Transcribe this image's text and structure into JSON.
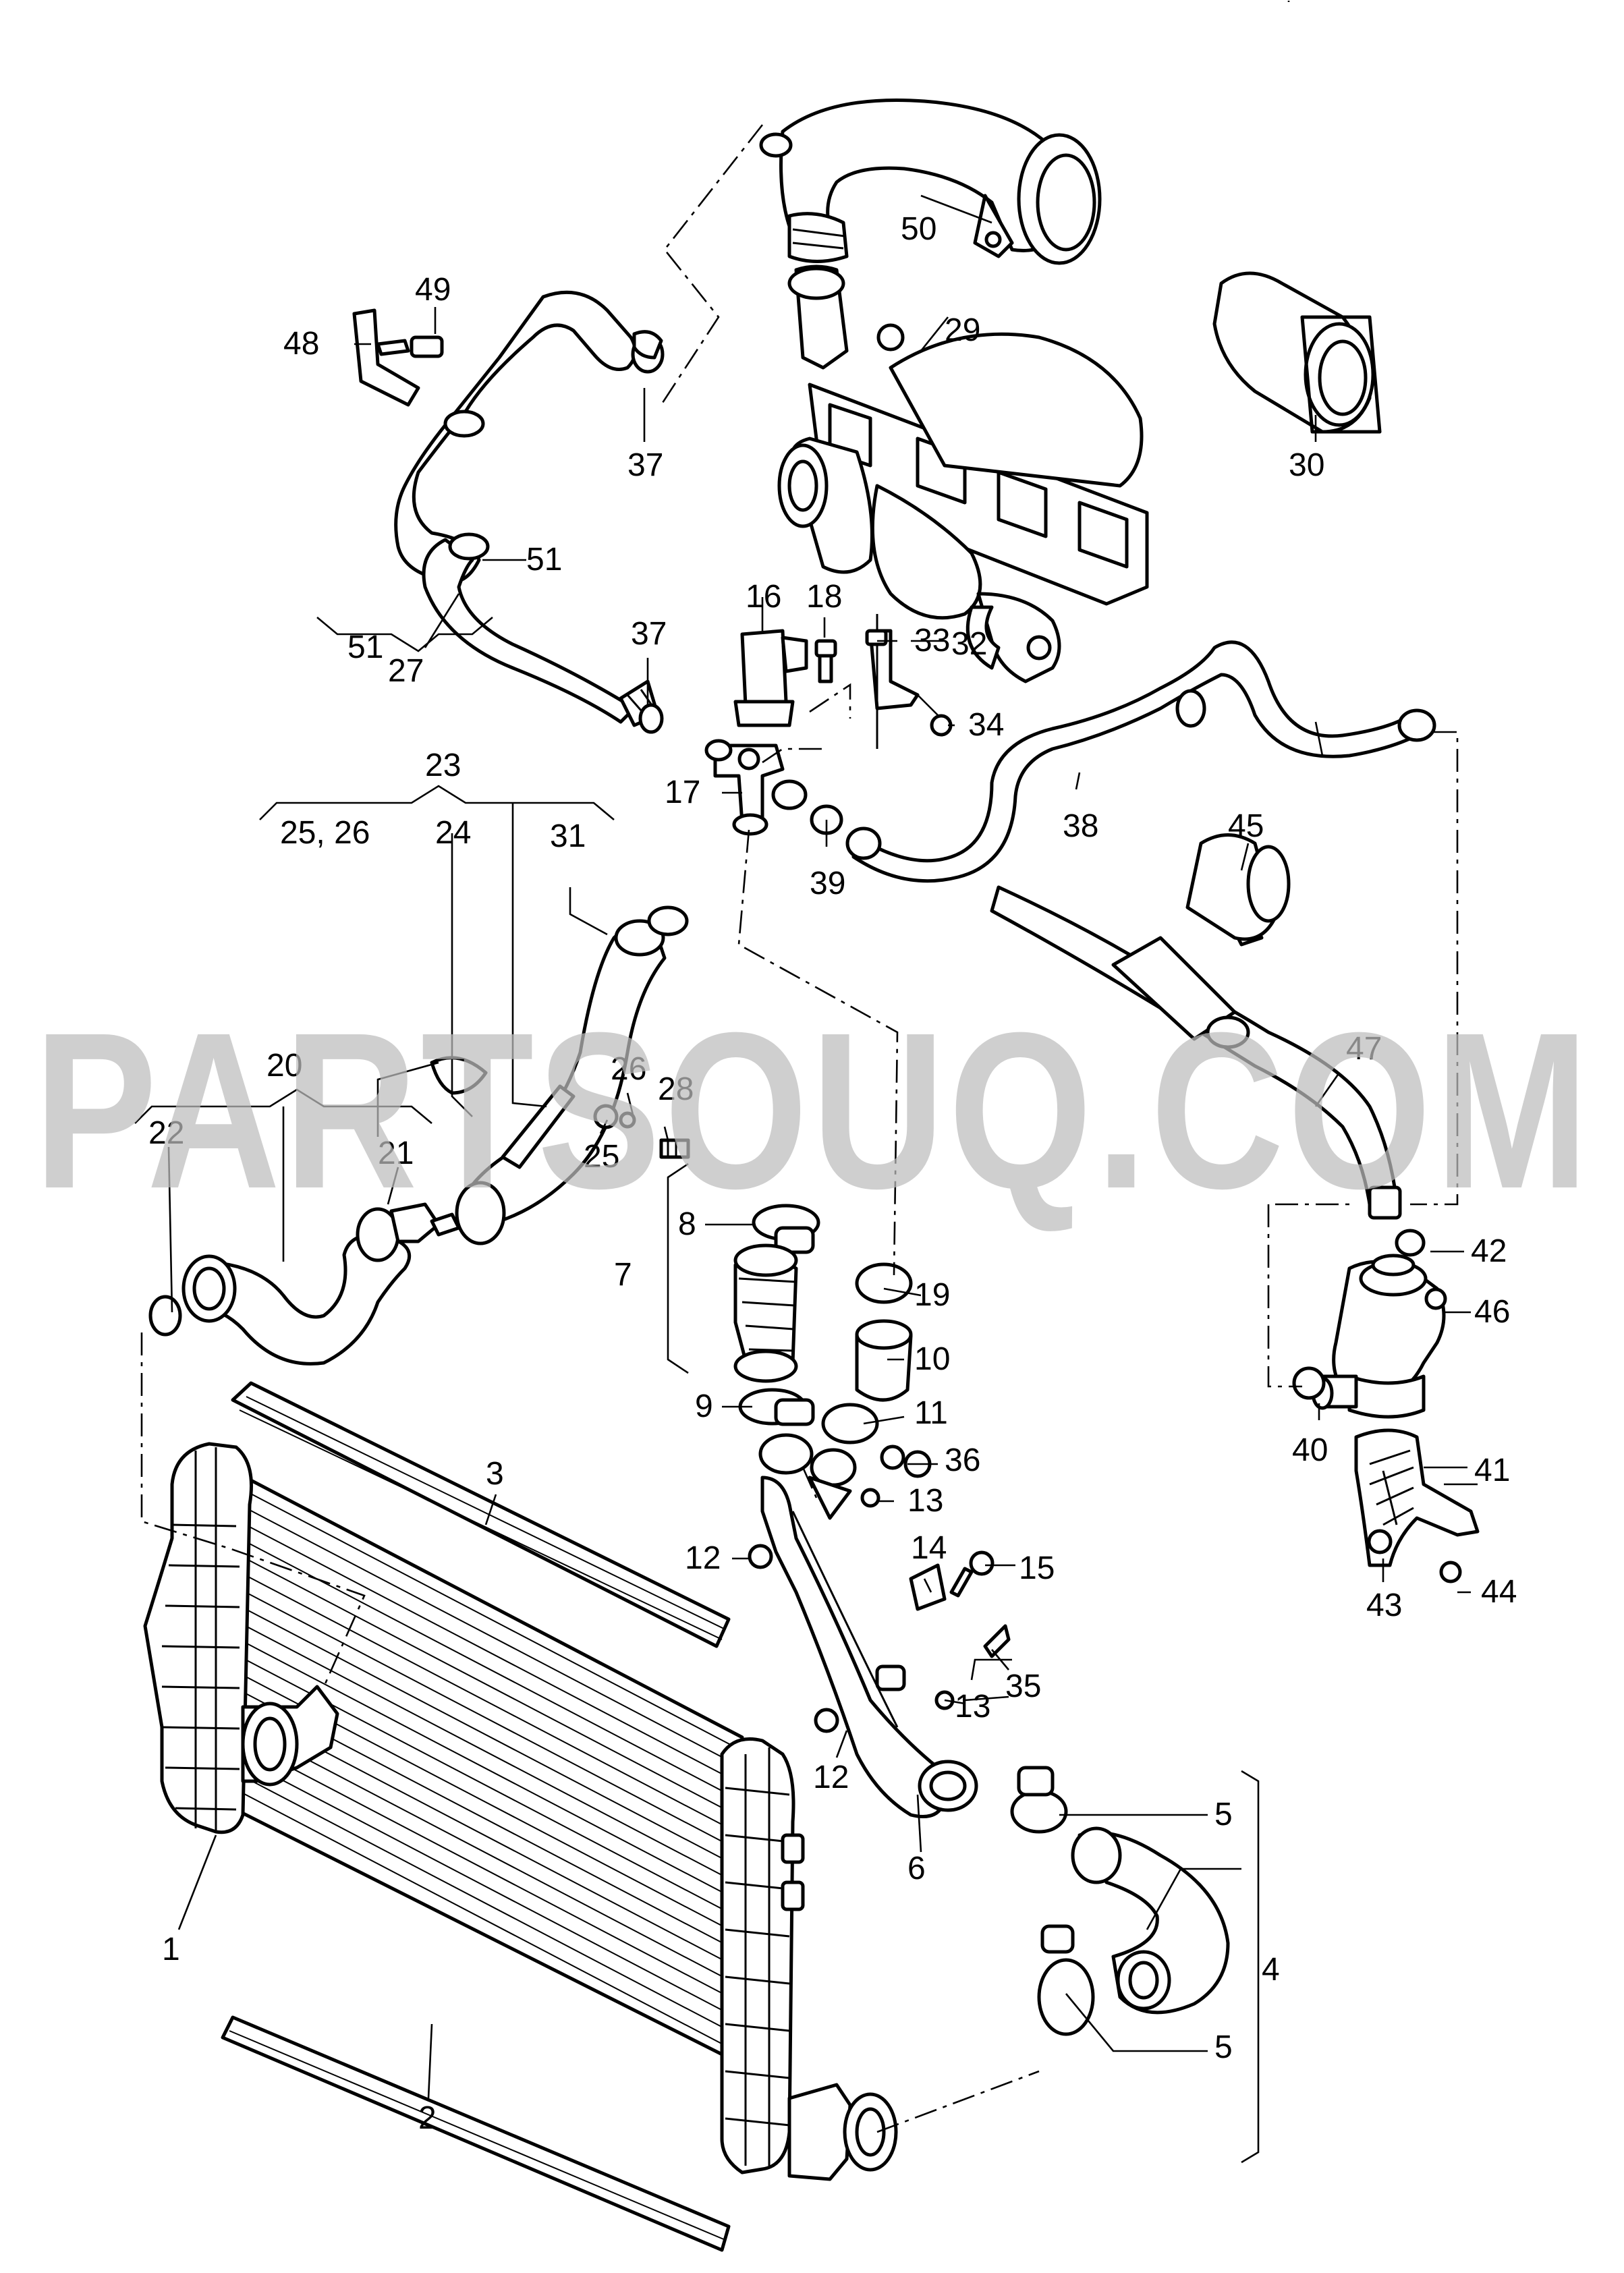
{
  "watermark": "PARTSOUQ.COM",
  "callouts": {
    "c1": "1",
    "c2": "2",
    "c3": "3",
    "c4": "4",
    "c5a": "5",
    "c5b": "5",
    "c6": "6",
    "c7": "7",
    "c8": "8",
    "c9": "9",
    "c10": "10",
    "c11": "11",
    "c12a": "12",
    "c12b": "12",
    "c13a": "13",
    "c13b": "13",
    "c14": "14",
    "c15": "15",
    "c16": "16",
    "c17": "17",
    "c18": "18",
    "c19": "19",
    "c20": "20",
    "c21": "21",
    "c22": "22",
    "c23": "23",
    "c2526": "25, 26",
    "c24": "24",
    "c25": "25",
    "c26": "26",
    "c27": "27",
    "c28": "28",
    "c29": "29",
    "c30": "30",
    "c31": "31",
    "c32": "32",
    "c33": "33",
    "c34": "34",
    "c35": "35",
    "c36": "36",
    "c37a": "37",
    "c37b": "37",
    "c38": "38",
    "c39": "39",
    "c40": "40",
    "c41": "41",
    "c42": "42",
    "c43": "43",
    "c44": "44",
    "c45": "45",
    "c46": "46",
    "c47": "47",
    "c48": "48",
    "c49": "49",
    "c50": "50",
    "c51a": "51",
    "c51b": "51"
  }
}
